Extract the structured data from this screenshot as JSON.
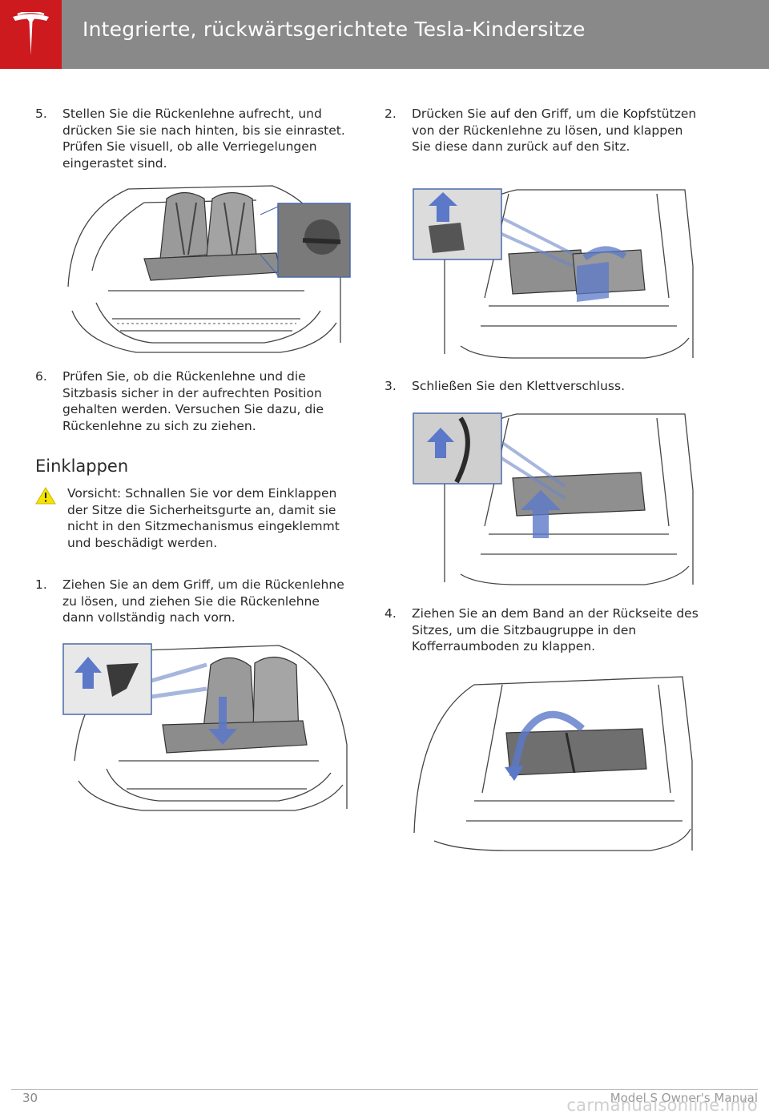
{
  "header": {
    "title": "Integrierte, rückwärtsgerichtete Tesla-Kindersitze",
    "brand_color": "#cc1a1f",
    "bar_color": "#898989"
  },
  "steps": [
    {
      "num": "5.",
      "text": "Stellen Sie die Rückenlehne aufrecht, und drücken Sie sie nach hinten, bis sie einrastet. Prüfen Sie visuell, ob alle Verriegelungen eingerastet sind."
    },
    {
      "num": "6.",
      "text": "Prüfen Sie, ob die Rückenlehne und die Sitzbasis sicher in der aufrechten Position gehalten werden. Versuchen Sie dazu, die Rückenlehne zu sich zu ziehen."
    },
    {
      "num": "1.",
      "text": "Ziehen Sie an dem Griff, um die Rückenlehne zu lösen, und ziehen Sie die Rückenlehne dann vollständig nach vorn."
    },
    {
      "num": "2.",
      "text": "Drücken Sie auf den Griff, um die Kopfstützen von der Rückenlehne zu lösen, und klappen Sie diese dann zurück auf den Sitz."
    },
    {
      "num": "3.",
      "text": "Schließen Sie den Klettverschluss."
    },
    {
      "num": "4.",
      "text": "Ziehen Sie an dem Band an der Rückseite des Sitzes, um die Sitzbaugruppe in den Kofferraumboden zu klappen."
    }
  ],
  "section": {
    "heading": "Einklappen"
  },
  "warning": {
    "text": "Vorsicht: Schnallen Sie vor dem Einklappen der Sitze die Sicherheitsgurte an, damit sie nicht in den Sitzmechanismus eingeklemmt und beschädigt werden.",
    "icon": "warning-triangle-icon",
    "icon_color": "#f5e400"
  },
  "footer": {
    "page_number": "30",
    "manual_title": "Model S Owner's Manual",
    "watermark": "carmanualsonline.info"
  },
  "illustrations": {
    "arrow_color": "#5b78c9",
    "seat_color": "#9a9a9a"
  }
}
